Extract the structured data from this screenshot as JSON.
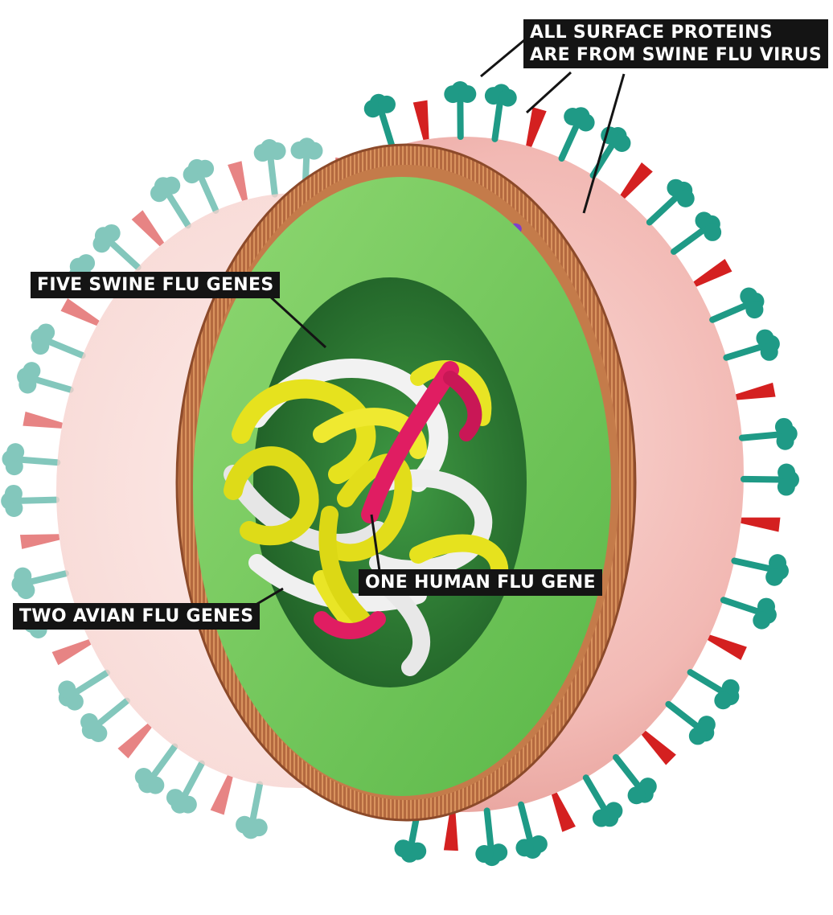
{
  "labels": {
    "surface_proteins": {
      "line1": "ALL SURFACE PROTEINS",
      "line2": "ARE FROM SWINE FLU VIRUS"
    },
    "swine_genes": "FIVE SWINE FLU GENES",
    "human_gene": "ONE HUMAN FLU GENE",
    "avian_genes": "TWO AVIAN FLU GENES"
  },
  "colors": {
    "background": "#ffffff",
    "envelope_pink": "#f2b9b4",
    "membrane_brown": "#b4693f",
    "matrix_green": "#72c95a",
    "core_dark_green": "#2f7d34",
    "hemagglutinin_teal": "#1f9a86",
    "neuraminidase_red": "#d42020",
    "m2_channel_purple": "#6a2fb8",
    "gene_yellow": "#e6e21e",
    "gene_white": "#eeeeee",
    "gene_pink": "#e01d62",
    "label_bg": "#141414",
    "label_text": "#ffffff"
  }
}
